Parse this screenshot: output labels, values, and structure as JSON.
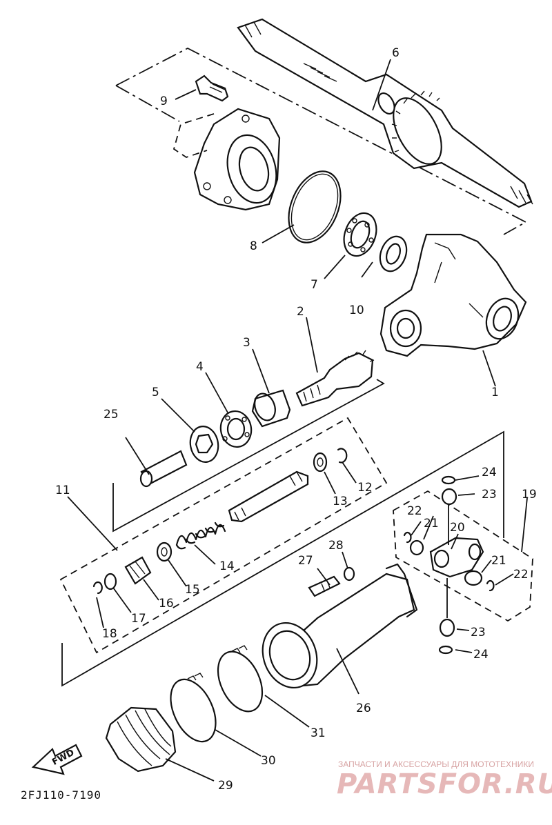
{
  "diagram": {
    "callouts": [
      "1",
      "2",
      "3",
      "4",
      "5",
      "6",
      "7",
      "8",
      "9",
      "10",
      "11",
      "12",
      "13",
      "14",
      "15",
      "16",
      "17",
      "18",
      "19",
      "20",
      "21",
      "21",
      "22",
      "22",
      "23",
      "23",
      "24",
      "24",
      "25",
      "26",
      "27",
      "28",
      "29",
      "30",
      "31"
    ],
    "direction_label": "FWD",
    "drawing_code": "2FJ110-7190"
  },
  "watermark": {
    "caption": "ЗАПЧАСТИ И АКСЕССУАРЫ ДЛЯ МОТОТЕХНИКИ",
    "brand": "PARTSFOR.RU"
  }
}
